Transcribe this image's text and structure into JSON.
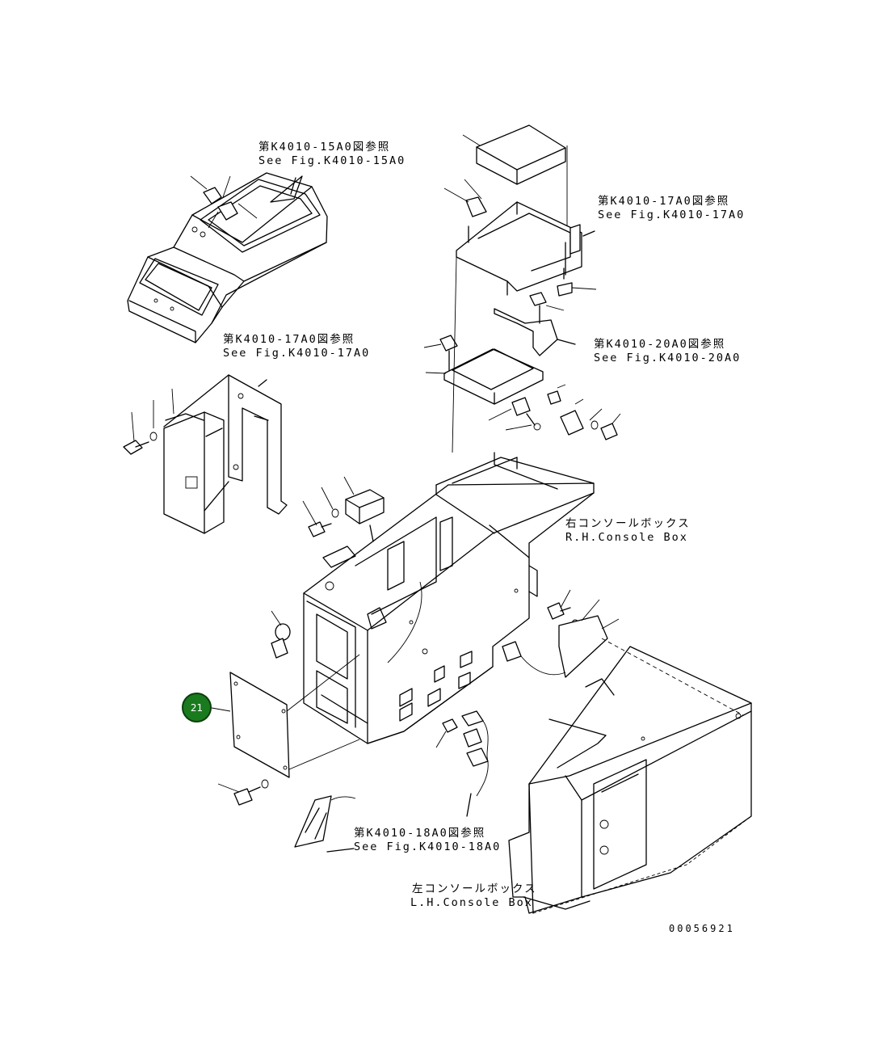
{
  "callouts": [
    {
      "jp": "第K4010-15A0図参照",
      "en": "See Fig.K4010-15A0"
    },
    {
      "jp": "第K4010-17A0図参照",
      "en": "See Fig.K4010-17A0"
    },
    {
      "jp": "第K4010-17A0図参照",
      "en": "See Fig.K4010-17A0"
    },
    {
      "jp": "第K4010-20A0図参照",
      "en": "See Fig.K4010-20A0"
    },
    {
      "jp": "第K4010-18A0図参照",
      "en": "See Fig.K4010-18A0"
    }
  ],
  "right_box": {
    "jp": "右コンソールボックス",
    "en": "R.H.Console Box"
  },
  "left_box": {
    "jp": "左コンソールボックス",
    "en": "L.H.Console Box"
  },
  "part_marker": "21",
  "marker_color": "#1a7a1e",
  "drawing_number": "00056921"
}
